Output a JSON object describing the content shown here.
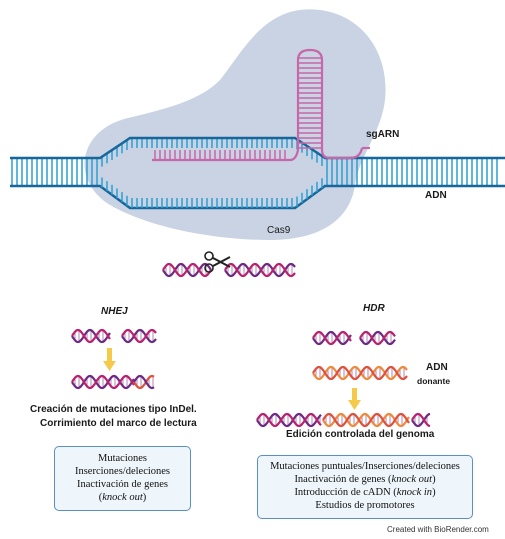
{
  "labels": {
    "sgarn": "sgARN",
    "adn": "ADN",
    "cas9": "Cas9",
    "nhej": "NHEJ",
    "hdr": "HDR",
    "adn_donante_1": "ADN",
    "adn_donante_2": "donante",
    "nhej_result_1": "Creación de mutaciones tipo InDel.",
    "nhej_result_2": "Corrimiento del marco de lectura",
    "hdr_result": "Edición controlada del genoma",
    "credit": "Created with BioRender.com"
  },
  "nhej_box": {
    "line1": "Mutaciones",
    "line2": "Inserciones/deleciones",
    "line3_pre": "Inactivación de genes",
    "line4_pre": "(",
    "line4_em": "knock out",
    "line4_post": ")"
  },
  "hdr_box": {
    "line1": "Mutaciones puntuales/Inserciones/deleciones",
    "line2_pre": "Inactivación de genes (",
    "line2_em": "knock out",
    "line2_post": ")",
    "line3_pre": "Introducción de cADN (",
    "line3_em": "knock in",
    "line3_post": ")",
    "line4": "Estudios de promotores"
  },
  "colors": {
    "dna_blue": "#2a9fd0",
    "dna_dark": "#17679a",
    "cas9_blob": "#c9d3e4",
    "sgrna": "#c766a8",
    "helix_purple": "#6e2a82",
    "helix_magenta": "#b8226e",
    "donor_orange": "#f08a3a",
    "donor_red": "#e0503a",
    "arrow_yellow": "#f5c94a",
    "box_border": "#5a8fc4"
  }
}
